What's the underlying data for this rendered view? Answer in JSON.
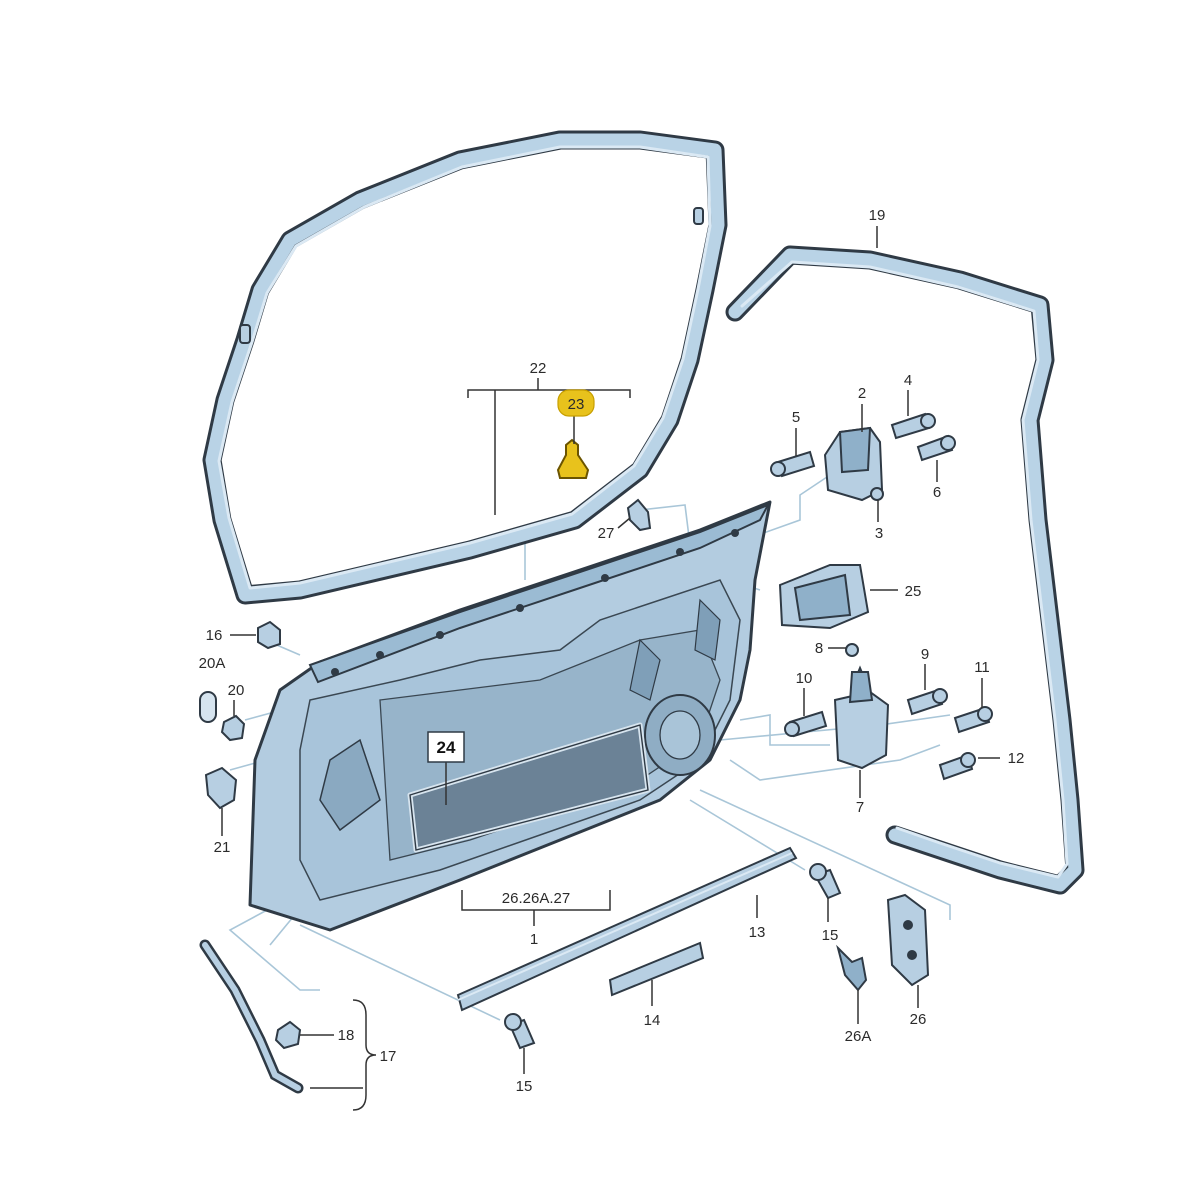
{
  "diagram": {
    "highlight_color": "#e8c21c",
    "part_color": "#b7cfe2",
    "outline_color": "#2f3a45",
    "labels": {
      "l1": "1",
      "l2": "2",
      "l3": "3",
      "l4": "4",
      "l5": "5",
      "l6": "6",
      "l7": "7",
      "l8": "8",
      "l9": "9",
      "l10": "10",
      "l11": "11",
      "l12": "12",
      "l13": "13",
      "l14": "14",
      "l15a": "15",
      "l15b": "15",
      "l16": "16",
      "l17": "17",
      "l18": "18",
      "l19": "19",
      "l20": "20",
      "l20a": "20A",
      "l21": "21",
      "l22": "22",
      "l23": "23",
      "l24": "24",
      "l25": "25",
      "l26": "26",
      "l26a": "26A",
      "l27": "27",
      "group": "26.26A.27"
    }
  }
}
